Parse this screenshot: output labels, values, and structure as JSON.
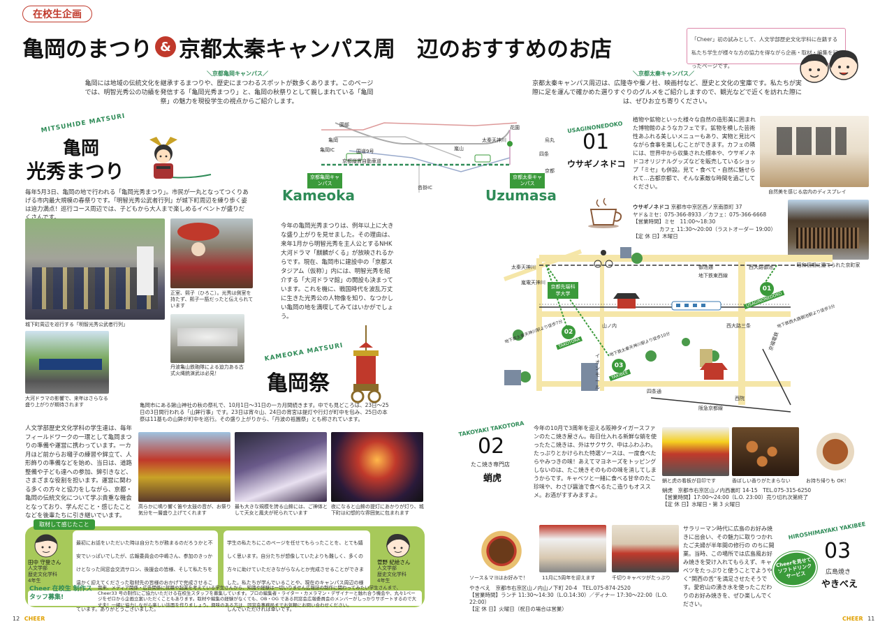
{
  "header": {
    "kicker": "在校生企画",
    "title_a": "亀岡のまつり",
    "amp": "&",
    "title_b": "京都太秦キャンパス周　辺のおすすめのお店",
    "note": "「Cheer」初の試みとして、人文学部歴史文化学科に在籍する私たち学生が様々な方の協力を得ながら企画・取材・編集を行ったページです。"
  },
  "left_intro": {
    "section": "＼京都亀岡キャンパス／",
    "text": "亀岡には地域の伝統文化を継承するまつりや、歴史にまつわるスポットが数多くあります。このページでは、明智光秀公の功績を発信する「亀岡光秀まつり」と、亀岡の秋祭りとして親しまれている「亀岡祭」の魅力を現役学生の視点からご紹介します。"
  },
  "right_intro": {
    "section": "＼京都太秦キャンパス／",
    "text": "京都太秦キャンパス周辺は、広隆寺や蚕ノ社、映画村など、歴史と文化の宝庫です。私たちが実際に足を運んで確かめた選りすぐりのグルメをご紹介しますので、観光などで近くを訪れた際には、ぜひお立ち寄りください。"
  },
  "mitsuhide": {
    "arc": "MITSUHIDE MATSURI",
    "title1": "亀岡",
    "title2": "光秀まつり",
    "lead": "毎年5月3日、亀岡の地で行われる「亀岡光秀まつり」。市民が一丸となってつくりあげる市内最大規模の春祭りです。「明智光秀公武者行列」が城下町周辺を練り歩く姿は迫力満点！巡行コース周辺では、子どもから大人まで楽しめるイベントが盛りだくさんです。",
    "body": "今年の亀岡光秀まつりは、例年以上に大きな盛り上がりを見せました。その理由は、来年1月から明智光秀を主人公とするNHK大河ドラマ「麒麟がくる」が放映されるからです。現在、亀岡市に建設中の「京都スタジアム（仮称）」内には、明智光秀を紹介する「大河ドラマ館」の開設も決まっています。これを機に、戦国時代を波乱万丈に生きた光秀公の人物像を知り、なつかしい亀岡の地を満喫してみてはいかがでしょう。",
    "cap1": "城下町周辺を巡行する「明智光秀公武者行列」",
    "cap2": "正室、熙子（ひろこ）。光秀は側室を持たず、熙子一筋だったと伝えられています",
    "cap3": "大河ドラマの影響で、来年はさらなる盛り上がりが期待されます",
    "cap4": "丹波亀山鉄砲隊による迫力ある古式火縄銃演武は必見！"
  },
  "map_top": {
    "kameoka_label": "京都亀岡キャンパス",
    "kameoka": "Kameoka",
    "uzumasa_label": "京都太秦キャンパス",
    "uzumasa": "Uzumasa",
    "places": [
      "亀岡",
      "園部",
      "亀岡IC",
      "京都縦貫自動車道",
      "国道9号",
      "沓掛IC",
      "嵐山",
      "太秦天神川",
      "四条",
      "烏丸",
      "京都",
      "花園"
    ]
  },
  "kameoka_matsuri": {
    "arc": "KAMEOKA MATSURI",
    "title": "亀岡祭",
    "lead": "亀岡市にある鍬山神社の秋の祭礼で、10月1日～31日の一カ月間続きます。中でも見どころは、23日～25日の3日間行われる「山鉾行事」です。23日は宵々山、24日の宵宮は提灯や行灯が町中を包み、25日の本祭は11基もの山鉾が町中を巡行。その盛り上がりから、「丹波の祇園祭」とも称されています。",
    "cap1": "高らかに鳴り響く笛や太鼓の音が、お祭り気分を一層盛り上げてくれます",
    "cap2": "最も大きな規模を誇る山鉾には、ご神体として天女と鳳夫が祀られています",
    "cap3": "夜になると山鉾の提灯にあかりが灯り、城下町は幻想的な雰囲気に包まれます"
  },
  "student_section": {
    "text": "人文学部歴史文化学科の学生達は、毎年フィールドワークの一環として亀岡まつりの準備や運営に携わっています。一カ月ほど前からお囃子の練習や鉾立て、人形飾りの準備などを始め、当日は、道路整備や子ども達への参加、鉾引きなど、さまざまな役割を担います。運営に関わる多くの方々と協力をしながら、京都・亀岡の伝統文化について学ぶ貴重な機会となっており、学んだこと・感じたことなどを後輩たちに引き継いでいます。"
  },
  "reflection": {
    "label": "取材して感じたこと",
    "p1_name": "田中 守登さん",
    "p1_info": "人文学部\n歴史文化学科\n4年生",
    "p1_text": "最初にお話をいただいた時は自分たちが務まるのだろうかと不安でいっぱいでしたが、広報委員会の中嶋さん、参加のきっかけとなった同窓会交流サロン、後援会の皆様、そして私たちを温かく迎えてくださった取材先の皆様のおかげで完成させることができました。貴重な経験をさせてくださったことに感謝しています。ありがとうございました。",
    "p2_name": "菅野 紀絵さん",
    "p2_info": "人文学部\n歴史文化学科\n4年生",
    "p2_text": "学生の私たちにこのページを任せてもらったことを、とても嬉しく思います。自分たちが想像していたよりも難しく、多くの方々に助けていただきながらなんとか完成させることができました。私たちが学んでいることや、現在のキャンパス周辺の様子を、先輩方にお伝えしたいという思いで取り組みました。楽しんでいただければ幸いです。",
    "recruit_title": "Cheer 在校生 制作スタッフ募集!",
    "recruit_text": "我来、メディア関係・広告関係に就職や起業を考えている学生さんから、知識や経験は一切いりません広報誌の制作に関わってみたい学生さんまで、Cheer33 号の制作にご協力いただける在校生スタッフを募集しています。プロの編集者・ライター・カメラマン・デザイナーと触れ合う機会や、丸々1ページをゼロから企画立案いただくこともあります。取材や編集の経験がなくても、OB・OG である同窓会広報委員会のメンバーがしっかりサポートするので大丈夫！一緒に協力しながら楽しい誌面を作りましょう。興味のある方は、同窓会事務局までお気軽にお問い合わせください。"
  },
  "shop01": {
    "en": "USAGINONEDOKO",
    "num": "01",
    "name": "ウサギノネドコ",
    "text": "植物や鉱物といった様々な自然の造形美に囲まれた博物館のようなカフェです。鉱物を模した芸術性あふれる美しいメニューもあり、実物と見比べながら食事を楽しむことができます。カフェの隣には、世界中から収集された標本や、ウサギノネドコオリジナルグッズなどを販売しているショップ「ミセ」も併設。見て・食べて・自然に魅せられて…古都京都で、そんな素敵な時間を過ごしてください。",
    "cap1": "自然美を感じる店内のディスプレイ",
    "cap2": "昭和初期に建てられた京町家",
    "info_name": "ウサギノネドコ",
    "info_addr": "京都市中京区西ノ京南原町 37",
    "info_tel": "ヤド＆ミセ：075-366-8933 ／カフェ：075-366-6668",
    "info_hours1": "【営業時間】ミセ　11:00～18:30",
    "info_hours2": "カフェ 11:30～20:00（ラストオーダー 19:00）",
    "info_close": "【定 休 日】木曜日"
  },
  "area_map": {
    "labels": [
      "太秦天神川",
      "御池通",
      "西大路御池",
      "地下鉄東西線",
      "嵐電天神川",
      "京都先端科学大学",
      "山ノ内",
      "西大路三条",
      "西院",
      "四条通",
      "阪急京都線",
      "京福電鉄",
      "イオンモール",
      "地下鉄太秦天神川駅より徒歩7分",
      "地下鉄太秦天神川駅より徒歩10分",
      "地下鉄西大路御池駅より徒歩3分",
      "TAKOTORA",
      "YAKIBEE",
      "USAGINONEDOKO"
    ]
  },
  "shop02": {
    "en": "TAKOYAKI TAKOTORA",
    "num": "02",
    "kind": "たこ焼き専門店",
    "name": "蛸虎",
    "text": "今年の10月で3周年を迎える阪神タイガースファンのたこ焼き屋さん。毎日仕入れる新鮮な蛸を使ったたこ焼きは、外はサクサク、中はふわふわ。たっぷりとかけられた特選ソースは、一度食べたらやみつきの味！あえてマヨネーズをトッピングしないのは、たこ焼きそのものの味を消してしまうからです。キャベツと一緒に食べる甘辛のたこ珍味や、わさび醤油で食べるたこ造りもオススメ。お酒がすすみますよ。",
    "cap1": "蛸と虎の看板が目印です",
    "cap2": "香ばしい香りがたまらない",
    "cap3": "お持ち帰りも OK！",
    "info": "蛸虎　京都市右京区山ノ内西裏町 14-15　TEL.075-315-6250",
    "hours": "【営業時間】17:00～24:00（L.O. 23:00）売り切れ次第終了",
    "close": "【定 休 日】水曜日・第 3 火曜日"
  },
  "shop03": {
    "en": "HIROSHIMAYAKI YAKIBEE",
    "num": "03",
    "kind": "広島焼き",
    "name": "やきべえ",
    "text": "サラリーマン時代に広島のお好み焼きに出会い、その魅力に取りつかれたご夫婦が半年間の修行の のちに開業。当時、この場所では広島風お好み焼きを受け入れてもらえず、キャベツをたっぷりと使うことでようやく“関西の舌”を満足させたそうです。愛宕山の湧き水を使ったこだわりのお好み焼きを、ぜひ楽しんでください。",
    "cap1": "ソース＆マヨはお好みで！",
    "cap2": "11月に5周年を迎えます",
    "cap3": "千切りキャベツがたっぷり",
    "info": "やきべえ　京都市右京区山ノ内山ノ下町 20-4　TEL.075-874-2520",
    "hours": "【営業時間】ランチ 11:30～14:30（L.O.14:30）／ディナー 17:30～22:00（L.O. 22:00）",
    "close": "【定 休 日】火曜日（祝日の場合は営業）",
    "stamp": "Cheerを見せてソフトドリンクサービス"
  },
  "footer": {
    "left_page": "12",
    "left_brand": "CHEER",
    "right_brand": "CHEER",
    "right_page": "11"
  }
}
